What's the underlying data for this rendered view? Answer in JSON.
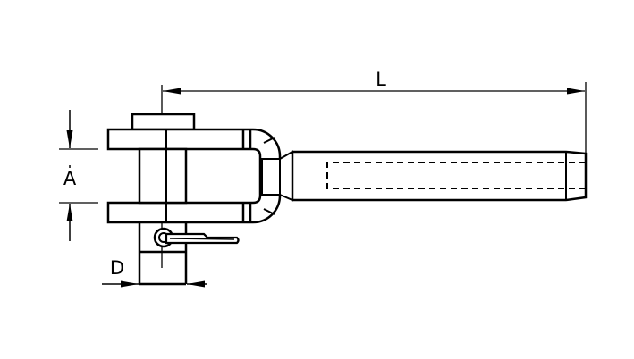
{
  "diagram": {
    "labels": {
      "length": "L",
      "jaw_width": "A",
      "pin_diameter": "D"
    },
    "colors": {
      "line": "#000000",
      "background": "#ffffff"
    }
  }
}
